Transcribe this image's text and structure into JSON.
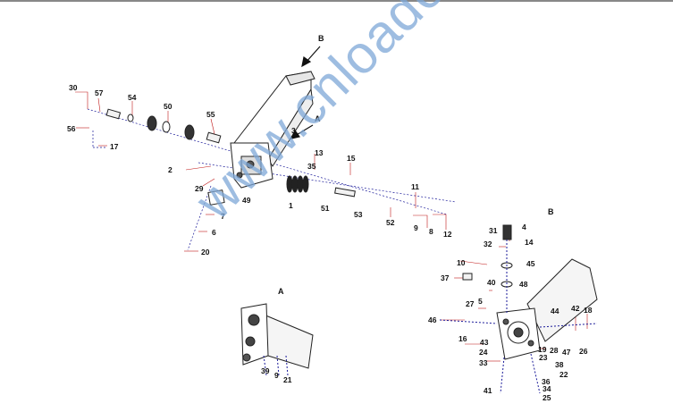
{
  "watermark": "www.cnloader.com",
  "view_markers": {
    "b_top": "B",
    "a_top": "A",
    "a_detail": "A",
    "b_detail": "B"
  },
  "callouts_main": [
    "30",
    "57",
    "54",
    "50",
    "55",
    "3",
    "56",
    "17",
    "13",
    "15",
    "35",
    "2",
    "29",
    "49",
    "1",
    "51",
    "53",
    "7",
    "6",
    "20",
    "11",
    "52",
    "9",
    "8",
    "12"
  ],
  "callouts_detail_a": [
    "39",
    "9",
    "21"
  ],
  "callouts_detail_b": [
    "31",
    "4",
    "32",
    "14",
    "10",
    "45",
    "37",
    "40",
    "48",
    "27",
    "5",
    "44",
    "42",
    "18",
    "46",
    "16",
    "43",
    "28",
    "47",
    "26",
    "24",
    "19",
    "23",
    "33",
    "38",
    "22",
    "36",
    "41",
    "34",
    "25"
  ],
  "colors": {
    "leader": "#1a1a99",
    "part": "#222222",
    "watermark": "#7ea8d8"
  }
}
